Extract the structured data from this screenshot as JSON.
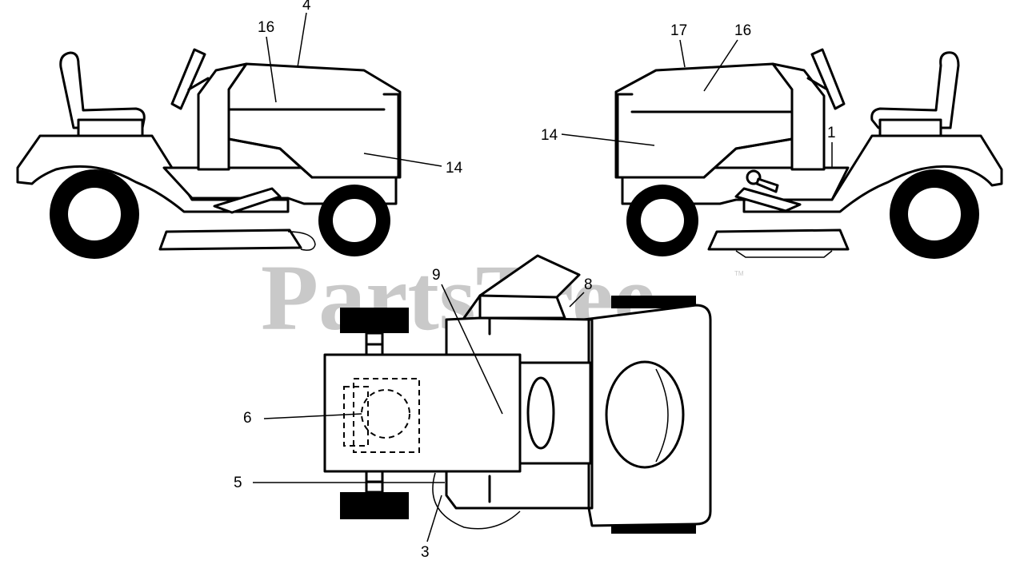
{
  "watermark": {
    "text": "PartsTree",
    "trademark": "TM",
    "color": "#c9c9c9"
  },
  "callouts": {
    "left_view": [
      "4",
      "16",
      "14"
    ],
    "right_view": [
      "17",
      "16",
      "14",
      "1"
    ],
    "top_view": [
      "9",
      "8",
      "6",
      "5",
      "3"
    ]
  },
  "colors": {
    "line": "#000000",
    "background": "#ffffff"
  }
}
